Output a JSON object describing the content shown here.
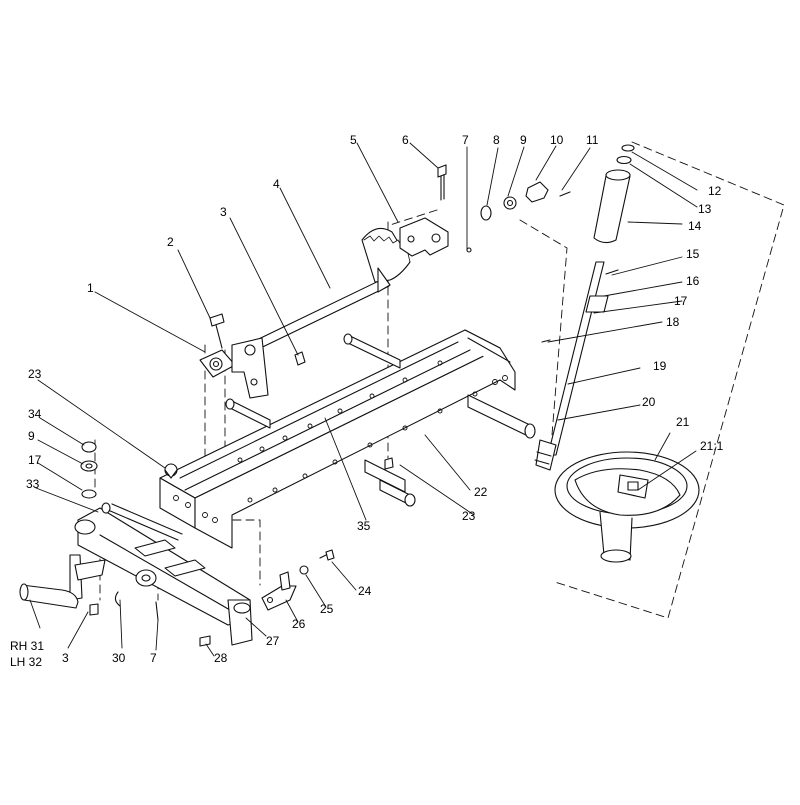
{
  "callouts": [
    "1",
    "2",
    "3",
    "4",
    "5",
    "6",
    "7",
    "8",
    "9",
    "10",
    "11",
    "12",
    "13",
    "14",
    "15",
    "16",
    "17",
    "18",
    "19",
    "20",
    "21",
    "21:1",
    "22",
    "23",
    "23",
    "34",
    "9",
    "17",
    "33",
    "35",
    "24",
    "25",
    "26",
    "27",
    "28",
    "7",
    "30",
    "3"
  ],
  "side_labels": {
    "rh": "RH 31",
    "lh": "LH 32"
  }
}
